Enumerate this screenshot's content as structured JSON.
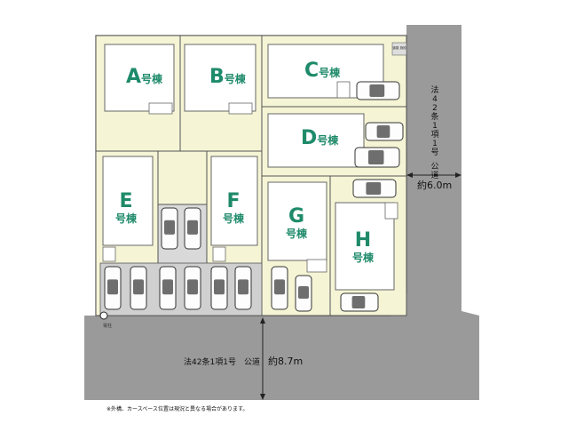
{
  "lots": [
    {
      "id": "A",
      "letter": "A",
      "suffix": "号棟"
    },
    {
      "id": "B",
      "letter": "B",
      "suffix": "号棟"
    },
    {
      "id": "C",
      "letter": "C",
      "suffix": "号棟"
    },
    {
      "id": "D",
      "letter": "D",
      "suffix": "号棟"
    },
    {
      "id": "E",
      "letter": "E",
      "suffix": "号棟"
    },
    {
      "id": "F",
      "letter": "F",
      "suffix": "号棟"
    },
    {
      "id": "G",
      "letter": "G",
      "suffix": "号棟"
    },
    {
      "id": "H",
      "letter": "H",
      "suffix": "号棟"
    }
  ],
  "roads": {
    "bottom_label": "法42条1項1号　公道",
    "bottom_width": "約8.7m",
    "right_label": "法42条1項1号　公道",
    "right_width": "約6.0m"
  },
  "small_labels": {
    "pole": "電柱",
    "corner_box": "道路 施設"
  },
  "footnote": "※外構、カースペース位置は現況と異なる場合があります。",
  "colors": {
    "lot_fill": "#f5f5d6",
    "house_fill": "#ffffff",
    "road_fill": "#9a9a9a",
    "parking_fill": "#bdbdbd",
    "lot_letter": "#1e8a6a",
    "outline": "#444444"
  }
}
